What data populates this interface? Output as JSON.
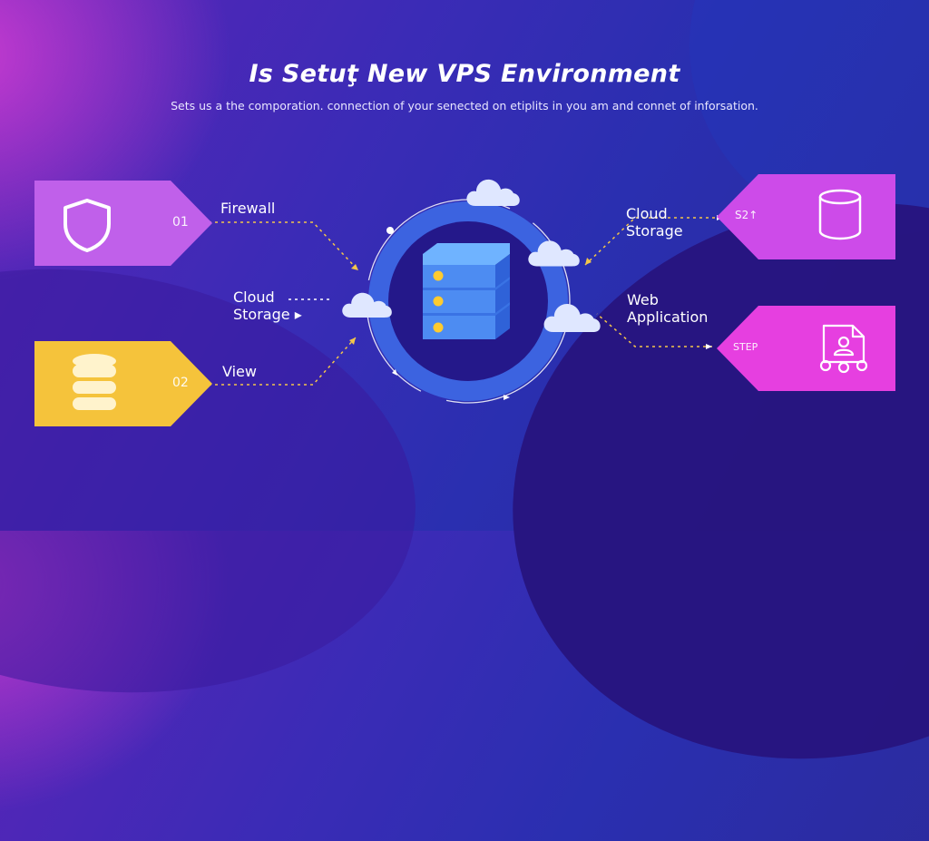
{
  "header": {
    "title": "Is Setuţ New VPS Environment",
    "subtitle": "Sets us a the comporation. connection of your senected on etiplits in you am and connet of inforsation."
  },
  "panels": [
    {
      "id": "firewall",
      "number": "01",
      "label": "Firewall",
      "icon": "shield-icon",
      "color": "#c45ce8"
    },
    {
      "id": "database",
      "number": "02",
      "label": "View",
      "icon": "database-icon",
      "color": "#f5c33b"
    },
    {
      "id": "storage",
      "number": "S2↑",
      "label_lines": [
        "Cloud",
        "Storage"
      ],
      "icon": "cylinder-icon",
      "color": "#cf49ea"
    },
    {
      "id": "webapp",
      "number": "STEP",
      "label_lines": [
        "Web",
        "Application"
      ],
      "icon": "web-app-icon",
      "color": "#e63fe0"
    }
  ],
  "middle_left_label": [
    "Cloud",
    "Storage ▸"
  ],
  "hub": {
    "icon": "server-stack-icon",
    "clouds": [
      "cloud-icon",
      "cloud-icon",
      "cloud-icon",
      "cloud-icon"
    ]
  }
}
